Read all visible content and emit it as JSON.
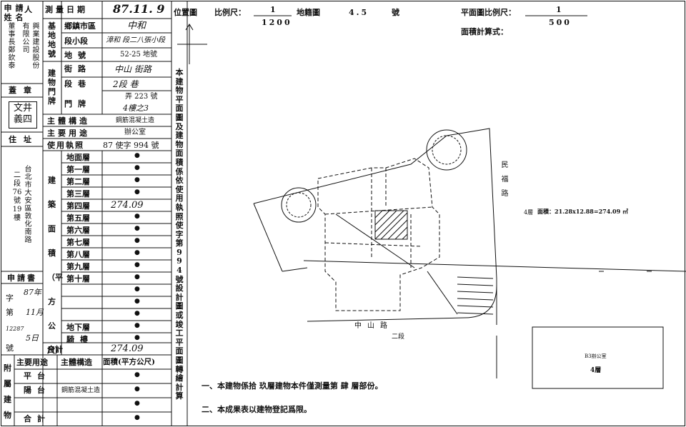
{
  "form": {
    "applicant_label": "申請人姓名",
    "applicant_lines": [
      "興業建設股份",
      "有限公司",
      "董事長鄭欽泰"
    ],
    "seal_label": "蓋章",
    "seal_text": "文井\n義四",
    "address_label": "住址",
    "address_lines": [
      "台北市大安區敦化南路",
      "二段76號19樓"
    ],
    "application_label": "申請書",
    "app_no_label": "字第號",
    "app_date": {
      "year": "87年",
      "month": "11月",
      "day": "5日",
      "no": "12287"
    },
    "survey_date_label": "測量日期",
    "survey_date_value": "87.11. 9",
    "site_label": "基地地號",
    "site_rows": [
      {
        "label": "鄉鎮市區",
        "value": "中和"
      },
      {
        "label": "段小段",
        "value": "漳和 段二八張小段"
      },
      {
        "label": "地號",
        "value": "52-25 地號"
      }
    ],
    "bldg_label": "建物門牌",
    "bldg_rows": [
      {
        "label": "街路",
        "value": "中山 街路"
      },
      {
        "label": "段巷",
        "value": "2段 巷"
      },
      {
        "label": "門牌",
        "value1": "弄 223 號",
        "value2": "4樓之3"
      }
    ],
    "structure_label": "主體構造",
    "structure_value": "鋼筋混凝土造",
    "use_label": "主要用途",
    "use_value": "辦公室",
    "permit_label": "使用執照",
    "permit_value": "87 使字 994 號",
    "area_label": "建築面積（平方公尺）",
    "floors": [
      "地面層",
      "第一層",
      "第二層",
      "第三層",
      "第四層",
      "第五層",
      "第六層",
      "第七層",
      "第八層",
      "第九層",
      "第十層",
      "",
      "",
      "",
      "地下層",
      "騎樓"
    ],
    "floor4_area": "274.09",
    "total_label": "合計",
    "total_value": "274.09",
    "annex_label": "附屬建物",
    "annex_header": [
      "主要用途",
      "主體構造",
      "面積(平方公尺)"
    ],
    "annex_rows": [
      {
        "use": "平台",
        "structure": ""
      },
      {
        "use": "陽台",
        "structure": "鋼筋混凝土造"
      },
      {
        "use": "",
        "structure": ""
      }
    ],
    "annex_total": "合計",
    "bullet": "●"
  },
  "mid_vertical": "本建物平面圖及建物面積係依使用執照使字第994號設計圖或竣工平面圖轉繪計算",
  "location_map": {
    "label": "位置圖",
    "scale_label": "比例尺：",
    "scale_num": "1",
    "scale_den": "1200",
    "cadastral_label": "地籍圖",
    "cadastral_value": "4.5",
    "cadastral_suffix": "號",
    "road_bottom": "中山路",
    "road_right": "民福路",
    "road_bottom_section": "二段"
  },
  "floor_plan": {
    "scale_label": "平面圖比例尺：",
    "scale_num": "1",
    "scale_den": "500",
    "area_formula_label": "面積計算式：",
    "floor_tag": "4層",
    "formula": "面積：21.28x12.88=274.09 ㎡",
    "inset_label": "B3辦公室",
    "inset_floor": "4層"
  },
  "notes": [
    "一、本建物係拾  玖層建物本件僅測量第  肆  層部份。",
    "二、本成果表以建物登記爲限。"
  ]
}
